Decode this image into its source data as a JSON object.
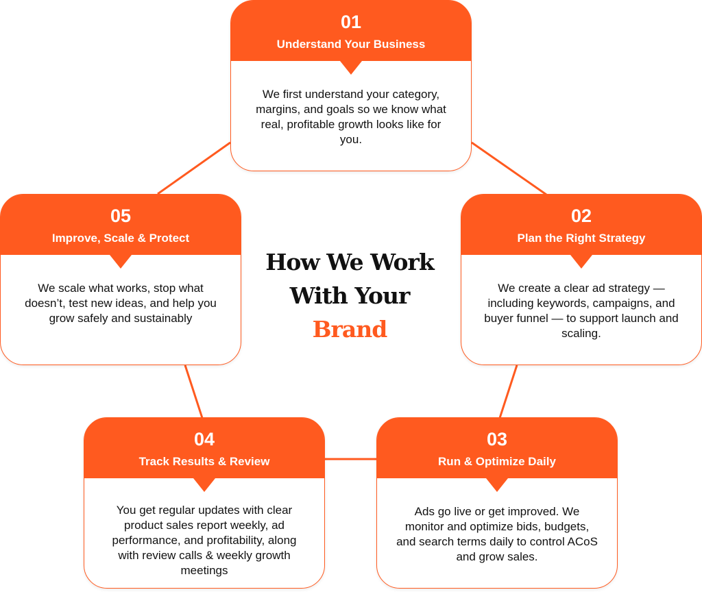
{
  "title": {
    "line1": "How We Work",
    "line2": "With Your",
    "highlight": "Brand"
  },
  "accent_color": "#ff5a1f",
  "steps": [
    {
      "number": "01",
      "title": "Understand Your Business",
      "text": "We first understand your category, margins, and goals so we know what real, profitable growth looks like for you."
    },
    {
      "number": "02",
      "title": "Plan the Right Strategy",
      "text": "We create a clear ad strategy — including keywords, campaigns, and buyer funnel — to support launch and scaling."
    },
    {
      "number": "03",
      "title": "Run & Optimize Daily",
      "text": "Ads go live or get improved. We monitor and optimize bids, budgets, and search terms daily to control ACoS and grow sales."
    },
    {
      "number": "04",
      "title": "Track Results & Review",
      "text": "You get regular updates with clear product sales report weekly, ad performance, and profitability, along with review calls & weekly growth meetings"
    },
    {
      "number": "05",
      "title": "Improve, Scale & Protect",
      "text": "We scale what works, stop what doesn’t, test new ideas, and help you grow safely and sustainably"
    }
  ]
}
